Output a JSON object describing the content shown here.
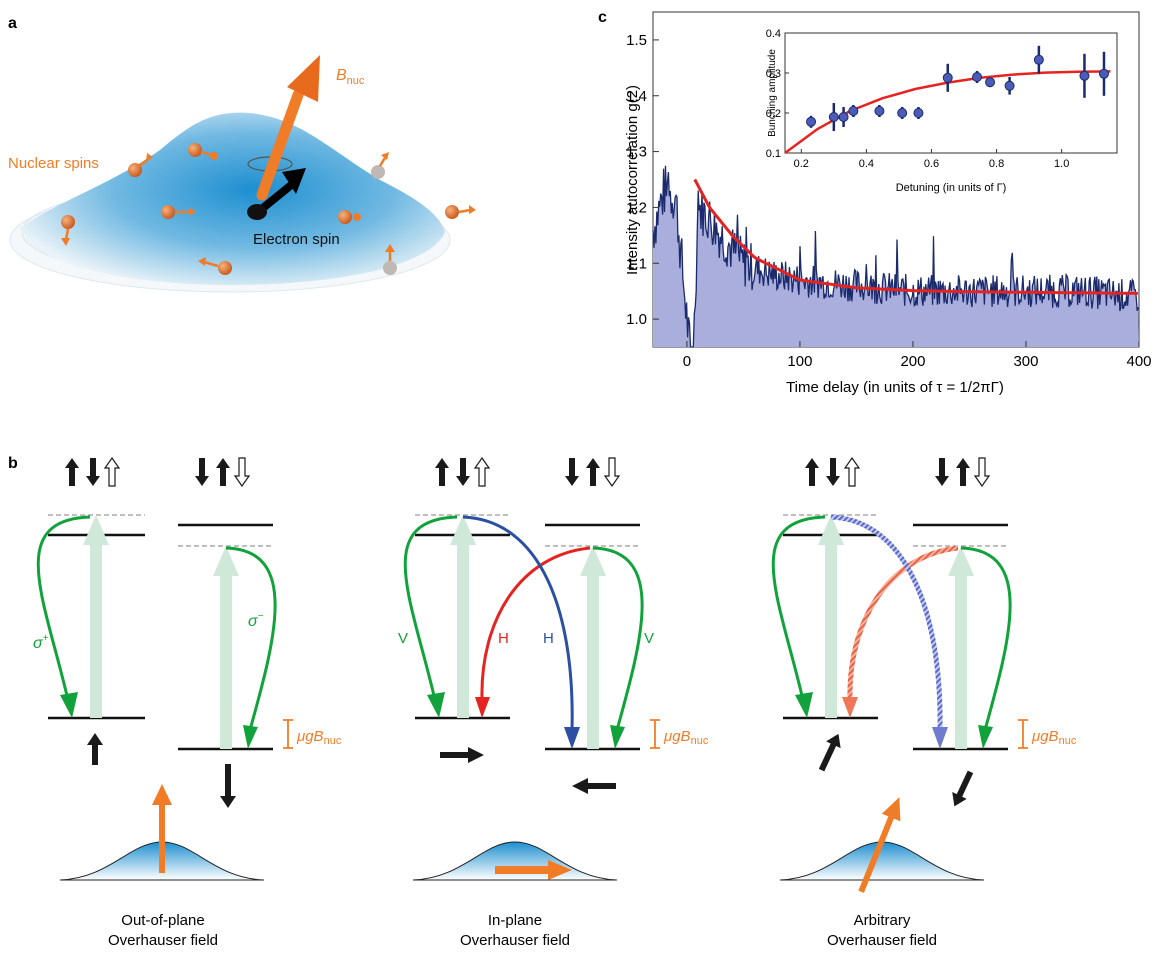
{
  "panel_labels": {
    "a": "a",
    "b": "b",
    "c": "c"
  },
  "panel_a": {
    "b_nuc_label": "B",
    "b_nuc_sub": "nuc",
    "nuclear_spins_label": "Nuclear spins",
    "electron_spin_label": "Electron spin",
    "colors": {
      "accent": "#f07c27",
      "dome_center": "#1d8fd0",
      "dome_edge": "#eaf3f8"
    }
  },
  "panel_b": {
    "sigma_plus": "σ",
    "sigma_plus_sup": "+",
    "sigma_minus": "σ",
    "sigma_minus_sup": "−",
    "v_label": "V",
    "h_label": "H",
    "mu_g": "μgB",
    "nuc_sub": "nuc",
    "captions": [
      {
        "line1": "Out-of-plane",
        "line2": "Overhauser field"
      },
      {
        "line1": "In-plane",
        "line2": "Overhauser field"
      },
      {
        "line1": "Arbitrary",
        "line2": "Overhauser field"
      }
    ],
    "colors": {
      "green": "#12a23c",
      "red": "#e52421",
      "blue": "#2b4fa3",
      "orange": "#f07c27",
      "pale_green": "#cfe8d7"
    }
  },
  "chart_data": [
    {
      "type": "line",
      "title": "",
      "xlabel": "Time delay (in units of τ = 1/2πΓ)",
      "ylabel": "Intensity autocorrelation g(2)",
      "xlim": [
        -30,
        400
      ],
      "ylim": [
        0.95,
        1.55
      ],
      "xticks": [
        0,
        100,
        200,
        300,
        400
      ],
      "yticks": [
        1.0,
        1.1,
        1.2,
        1.3,
        1.4,
        1.5
      ],
      "series": [
        {
          "kind": "measured",
          "style": "noisy trace, filled",
          "color": "#1a2a6c",
          "fill": "#a9aedc",
          "x": [
            -30,
            -20,
            -10,
            0,
            5,
            10,
            20,
            30,
            50,
            75,
            100,
            150,
            200,
            250,
            300,
            350,
            400
          ],
          "y": [
            1.16,
            1.23,
            1.22,
            1.0,
            0.9,
            1.2,
            1.18,
            1.15,
            1.1,
            1.08,
            1.07,
            1.06,
            1.05,
            1.05,
            1.05,
            1.05,
            1.04
          ]
        },
        {
          "kind": "fit",
          "style": "exponential decay",
          "color": "#e52421",
          "x": [
            7,
            20,
            40,
            60,
            80,
            100,
            150,
            200,
            250,
            300,
            350,
            400
          ],
          "y": [
            1.25,
            1.2,
            1.15,
            1.11,
            1.09,
            1.07,
            1.056,
            1.051,
            1.049,
            1.048,
            1.047,
            1.046
          ]
        }
      ]
    },
    {
      "type": "scatter",
      "title": "",
      "xlabel": "Detuning (in units of Γ)",
      "ylabel": "Bunching amplitude",
      "xlim": [
        0.15,
        1.17
      ],
      "ylim": [
        0.1,
        0.4
      ],
      "xticks": [
        0.2,
        0.4,
        0.6,
        0.8,
        1.0
      ],
      "yticks": [
        0.1,
        0.2,
        0.3,
        0.4
      ],
      "series": [
        {
          "kind": "measured",
          "color": "#4a5cb8",
          "x": [
            0.23,
            0.3,
            0.33,
            0.36,
            0.44,
            0.51,
            0.56,
            0.65,
            0.74,
            0.78,
            0.84,
            0.93,
            1.07,
            1.13
          ],
          "y": [
            0.178,
            0.19,
            0.19,
            0.205,
            0.205,
            0.2,
            0.2,
            0.288,
            0.29,
            0.277,
            0.268,
            0.333,
            0.293,
            0.298
          ],
          "err": [
            0.015,
            0.035,
            0.025,
            0.015,
            0.015,
            0.015,
            0.015,
            0.035,
            0.015,
            0.012,
            0.022,
            0.035,
            0.055,
            0.055
          ]
        },
        {
          "kind": "fit",
          "color": "#e52421",
          "x": [
            0.15,
            0.25,
            0.35,
            0.45,
            0.55,
            0.65,
            0.75,
            0.85,
            0.95,
            1.05,
            1.15
          ],
          "y": [
            0.1,
            0.16,
            0.205,
            0.237,
            0.26,
            0.276,
            0.288,
            0.296,
            0.301,
            0.303,
            0.304
          ]
        }
      ]
    }
  ]
}
